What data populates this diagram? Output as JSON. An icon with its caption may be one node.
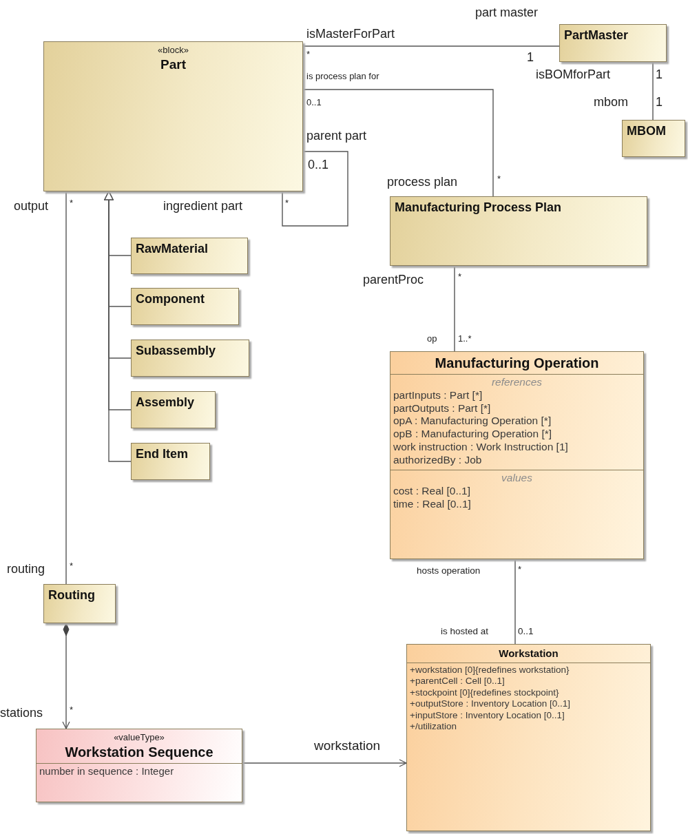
{
  "diagram": {
    "nodes": [
      {
        "text": [
          "«block»",
          "Part"
        ]
      },
      {
        "text": [
          "PartMaster"
        ]
      },
      {
        "text": [
          "MBOM"
        ]
      },
      {
        "text": [
          "Manufacturing Process Plan"
        ]
      },
      {
        "text": [
          "RawMaterial"
        ]
      },
      {
        "text": [
          "Component"
        ]
      },
      {
        "text": [
          "Subassembly"
        ]
      },
      {
        "text": [
          "Assembly"
        ]
      },
      {
        "text": [
          "End Item"
        ]
      },
      {
        "text": [
          "Manufacturing Operation",
          "references",
          "partInputs : Part [*]",
          "partOutputs : Part [*]",
          "opA : Manufacturing Operation [*]",
          "opB : Manufacturing Operation [*]",
          "work instruction : Work Instruction [1]",
          "authorizedBy : Job",
          "values",
          "cost : Real [0..1]",
          "time : Real [0..1]"
        ]
      },
      {
        "text": [
          "Routing"
        ]
      },
      {
        "text": [
          "«valueType»",
          "Workstation Sequence",
          "number in sequence : Integer"
        ]
      },
      {
        "text": [
          "Workstation",
          "+workstation [0]{redefines workstation}",
          "+parentCell : Cell [0..1]",
          "+stockpoint [0]{redefines stockpoint}",
          "+outputStore : Inventory Location [0..1]",
          "+inputStore : Inventory Location [0..1]",
          "+/utilization"
        ]
      }
    ],
    "edges": [
      {
        "from": 0,
        "to": 1,
        "arrow": "none"
      },
      {
        "from": 1,
        "to": 2,
        "arrow": "none"
      },
      {
        "from": 0,
        "to": 3,
        "arrow": "none"
      },
      {
        "from": 0,
        "to": 0,
        "arrow": "none"
      },
      {
        "from": 4,
        "to": 0,
        "arrow": "to"
      },
      {
        "from": 5,
        "to": 0,
        "arrow": "to"
      },
      {
        "from": 6,
        "to": 0,
        "arrow": "to"
      },
      {
        "from": 7,
        "to": 0,
        "arrow": "to"
      },
      {
        "from": 8,
        "to": 0,
        "arrow": "to"
      },
      {
        "from": 3,
        "to": 9,
        "arrow": "none"
      },
      {
        "from": 0,
        "to": 10,
        "arrow": "none"
      },
      {
        "from": 10,
        "to": 11,
        "arrow": "to"
      },
      {
        "from": 11,
        "to": 12,
        "arrow": "to",
        "label": "workstation"
      },
      {
        "from": 9,
        "to": 12,
        "arrow": "none"
      }
    ],
    "labels": [
      "part master",
      "isMasterForPart",
      "*",
      "1",
      "is process plan for",
      "isBOMforPart",
      "1",
      "0..1",
      "mbom",
      "1",
      "parent part",
      "0..1",
      "process plan",
      "*",
      "output",
      "*",
      "ingredient part",
      "*",
      "parentProc",
      "*",
      "op",
      "1..*",
      "hosts operation",
      "*",
      "routing",
      "*",
      "is hosted at",
      "0..1",
      "stations",
      "*"
    ]
  }
}
